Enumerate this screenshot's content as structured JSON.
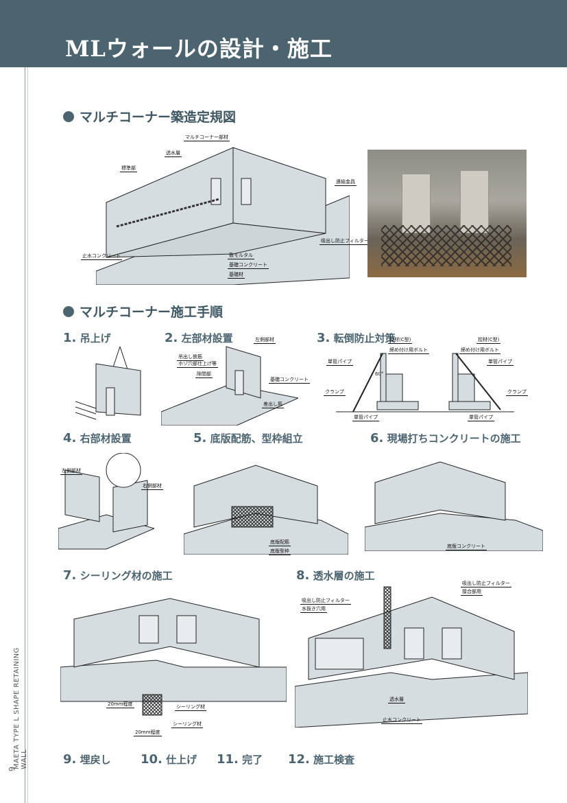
{
  "header": {
    "title": "MLウォールの設計・施工"
  },
  "side": {
    "vertical_text": "MAETA TYPE L SHAPE RETAINING WALL",
    "page_number": "9"
  },
  "section1": {
    "title": "マルチコーナー築造定規図",
    "labels": [
      "マルチコーナー部材",
      "透水層",
      "標準部",
      "連結金具",
      "吸出し防止フィルター",
      "止水コンクリート",
      "敷モルタル",
      "基礎コンクリート",
      "基礎材"
    ]
  },
  "section2": {
    "title": "マルチコーナー施工手順"
  },
  "steps": [
    {
      "num": "1.",
      "title": "吊上げ"
    },
    {
      "num": "2.",
      "title": "左部材設置",
      "labels": [
        "左側部材",
        "吊出し鉄筋",
        "ホゾ穴部仕上げ等",
        "隙間部",
        "基礎コンクリート",
        "差出し筋"
      ]
    },
    {
      "num": "3.",
      "title": "転倒防止対策",
      "labels": [
        "控材(C型)",
        "締め付け用ボルト",
        "単管パイプ",
        "60°",
        "クランプ",
        "単管パイプ",
        "控材(C型)",
        "締め付け用ボルト",
        "単管パイプ",
        "クランプ",
        "単管パイプ"
      ]
    },
    {
      "num": "4.",
      "title": "右部材設置",
      "labels": [
        "右側部材",
        "左側部材"
      ]
    },
    {
      "num": "5.",
      "title": "底版配筋、型枠組立",
      "labels": [
        "底版配筋",
        "底版型枠"
      ]
    },
    {
      "num": "6.",
      "title": "現場打ちコンクリートの施工",
      "labels": [
        "底版コンクリート"
      ]
    },
    {
      "num": "7.",
      "title": "シーリング材の施工",
      "labels": [
        "シーリング材",
        "20mm程度",
        "シーリング材",
        "20mm程度"
      ]
    },
    {
      "num": "8.",
      "title": "透水層の施工",
      "labels": [
        "吸出し防止フィルター",
        "水抜き穴用",
        "吸出し防止フィルター",
        "接合部用",
        "透水層",
        "止水コンクリート"
      ]
    },
    {
      "num": "9.",
      "title": "埋戻し"
    },
    {
      "num": "10.",
      "title": "仕上げ"
    },
    {
      "num": "11.",
      "title": "完了"
    },
    {
      "num": "12.",
      "title": "施工検査"
    }
  ],
  "colors": {
    "header": "#4b6470",
    "heading": "#3e5763",
    "drawing_fill": "#d6dde0"
  }
}
